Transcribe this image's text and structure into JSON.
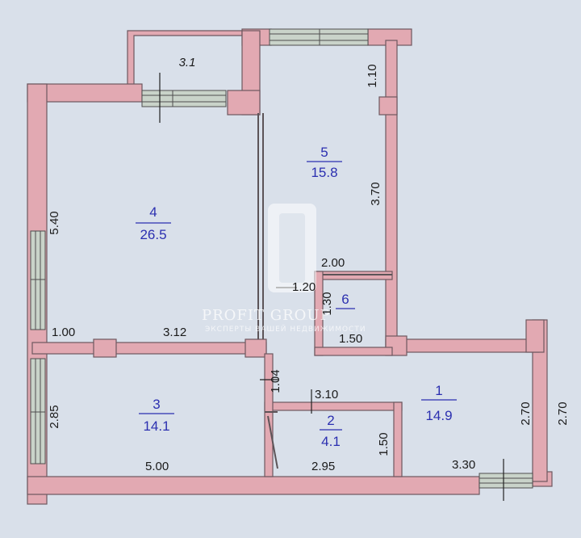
{
  "rooms": [
    {
      "number": "1",
      "area": "14.9"
    },
    {
      "number": "2",
      "area": "4.1"
    },
    {
      "number": "3",
      "area": "14.1"
    },
    {
      "number": "4",
      "area": "26.5"
    },
    {
      "number": "5",
      "area": "15.8"
    },
    {
      "number": "6",
      "area": ""
    }
  ],
  "balcony": {
    "area": "3.1"
  },
  "dimensions": {
    "balcony_right": "1.10",
    "room5_height": "3.70",
    "room4_height": "5.40",
    "room4_left_bottom": "1.00",
    "room4_bottom": "3.12",
    "corridor_width": "1.04",
    "room3_height": "2.85",
    "room3_width": "5.00",
    "room6_top": "2.00",
    "room6_width": "1.50",
    "room6_left_a": "1.20",
    "room6_left_b": "1.30",
    "room2_top": "3.10",
    "room2_width": "2.95",
    "room2_height": "1.50",
    "room1_height_inner": "2.70",
    "room1_height_outer": "2.70",
    "room1_bottom": "3.30"
  },
  "watermark": {
    "brand": "PROFIT GROUP",
    "tagline": "ЭКСПЕРТЫ ВАШЕЙ НЕДВИЖИМОСТИ"
  },
  "colors": {
    "background": "#d9e0ea",
    "wall": "#e2a9b2",
    "wall_outline": "#6e5860",
    "window": "#c9d3c9",
    "room_label": "#2b2fb0"
  }
}
